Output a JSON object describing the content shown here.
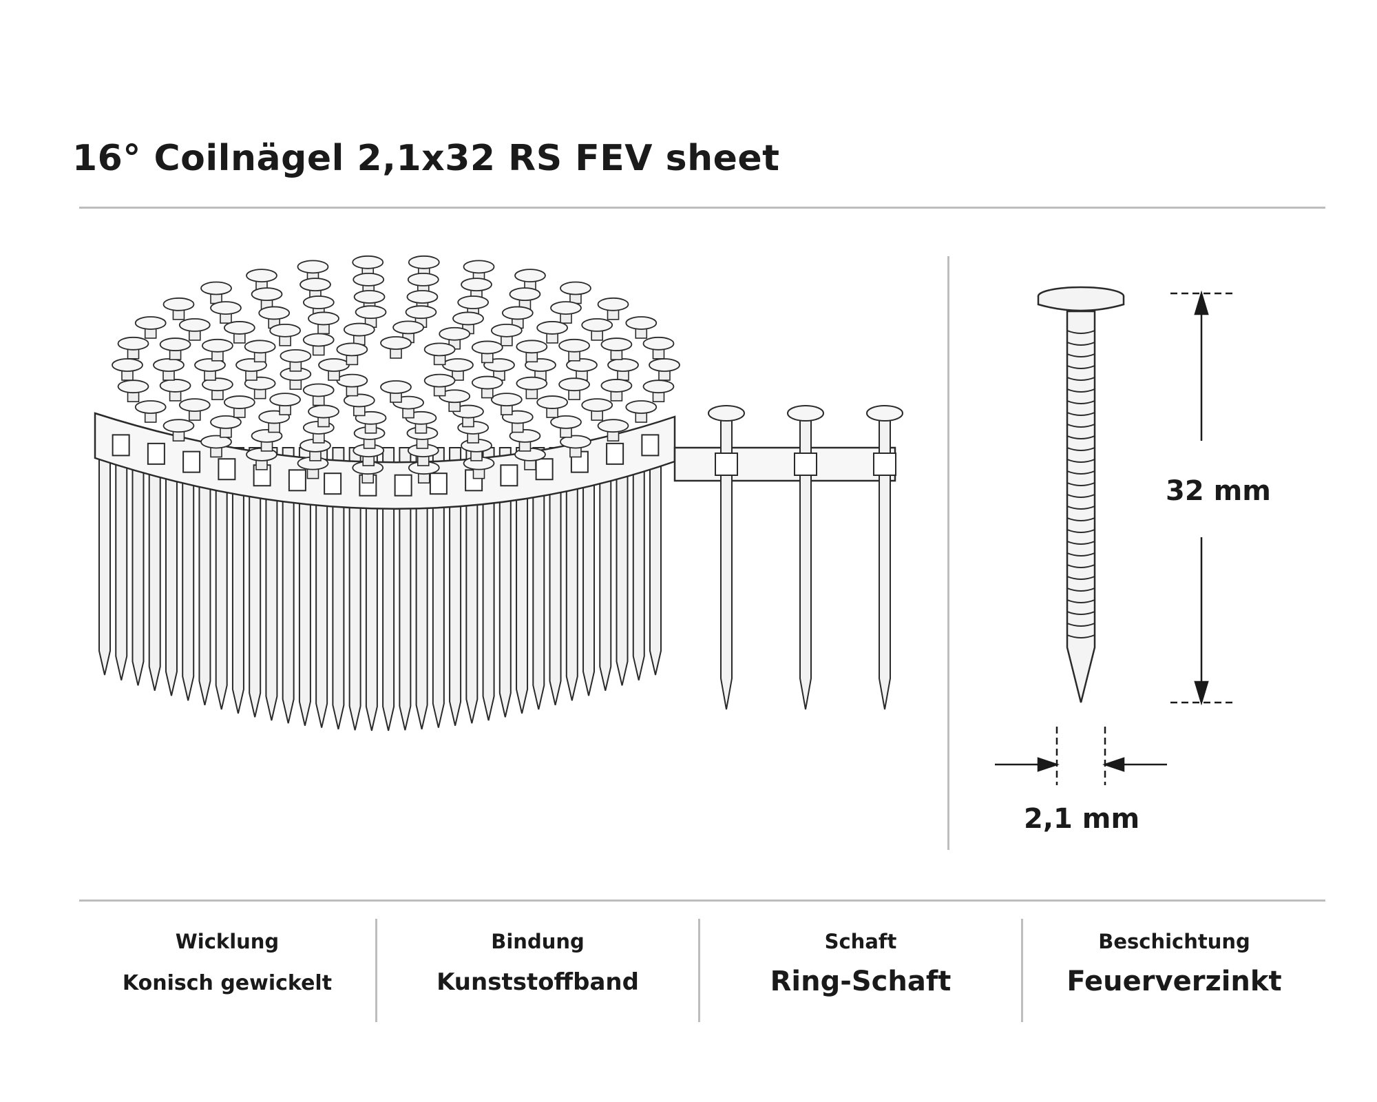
{
  "page": {
    "title": "16° Coilnägel 2,1x32 RS FEV sheet"
  },
  "dimensions": {
    "length_label": "32 mm",
    "diameter_label": "2,1 mm"
  },
  "specs": [
    {
      "label": "Wicklung",
      "value": "Konisch gewickelt"
    },
    {
      "label": "Bindung",
      "value": "Kunststoffband"
    },
    {
      "label": "Schaft",
      "value": "Ring-Schaft"
    },
    {
      "label": "Beschichtung",
      "value": "Feuerverzinkt"
    }
  ],
  "colors": {
    "text": "#1a1a1a",
    "rule": "#bdbdbd",
    "line_art": "#2a2a2a"
  }
}
